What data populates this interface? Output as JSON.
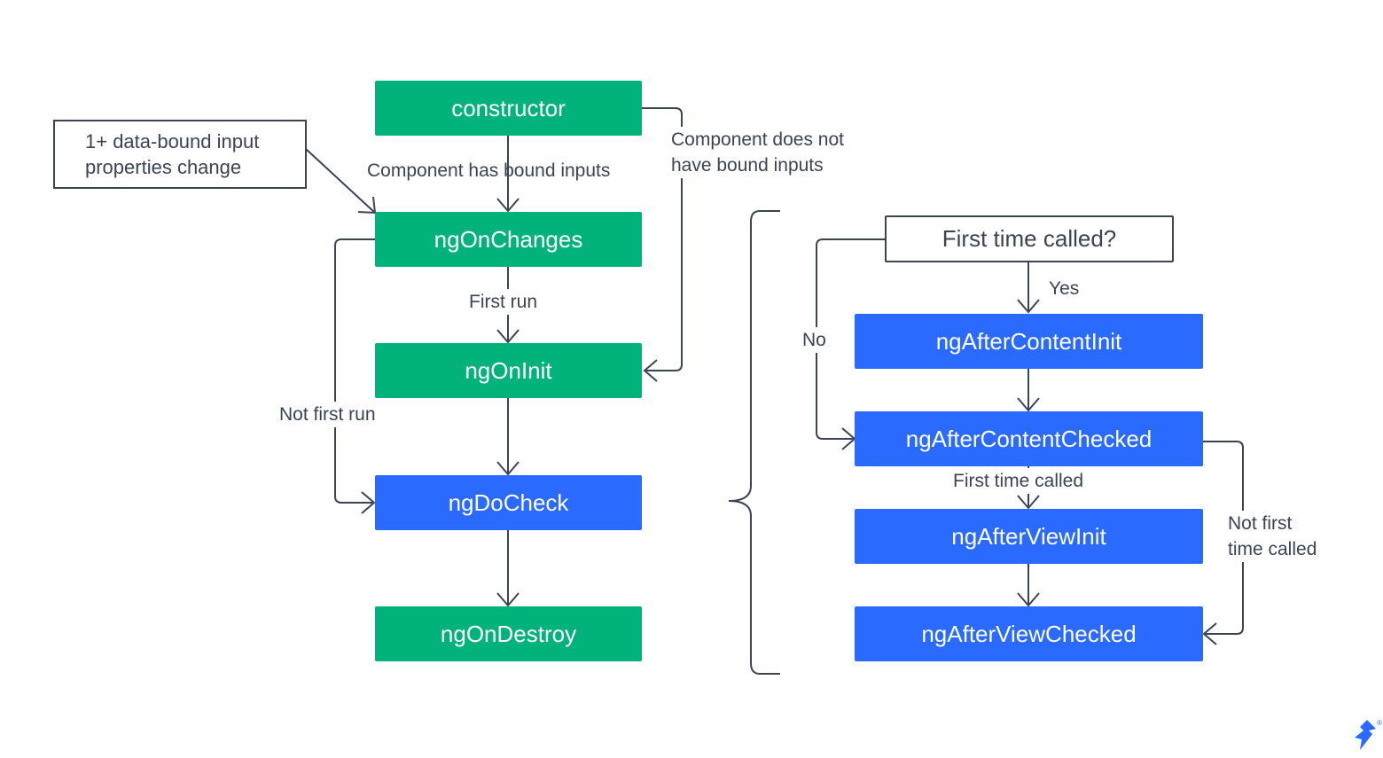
{
  "boxes": {
    "constructor": "constructor",
    "ngOnChanges": "ngOnChanges",
    "ngOnInit": "ngOnInit",
    "ngDoCheck": "ngDoCheck",
    "ngOnDestroy": "ngOnDestroy",
    "first_time_called": "First time called?",
    "ngAfterContentInit": "ngAfterContentInit",
    "ngAfterContentChecked": "ngAfterContentChecked",
    "ngAfterViewInit": "ngAfterViewInit",
    "ngAfterViewChecked": "ngAfterViewChecked"
  },
  "note": {
    "line1": "1+ data-bound input",
    "line2": "properties change"
  },
  "labels": {
    "component_has_bound_inputs": "Component has bound inputs",
    "component_no_bound_line1": "Component does not",
    "component_no_bound_line2": "have bound inputs",
    "first_run": "First run",
    "not_first_run": "Not first run",
    "yes": "Yes",
    "no": "No",
    "first_time_called": "First time called",
    "not_first_time_line1": "Not first",
    "not_first_time_line2": "time called"
  },
  "colors": {
    "green": "#02b27b",
    "blue": "#2a6aff",
    "line": "#3b4455"
  },
  "icons": {
    "logo": "toptal-logo-icon"
  }
}
